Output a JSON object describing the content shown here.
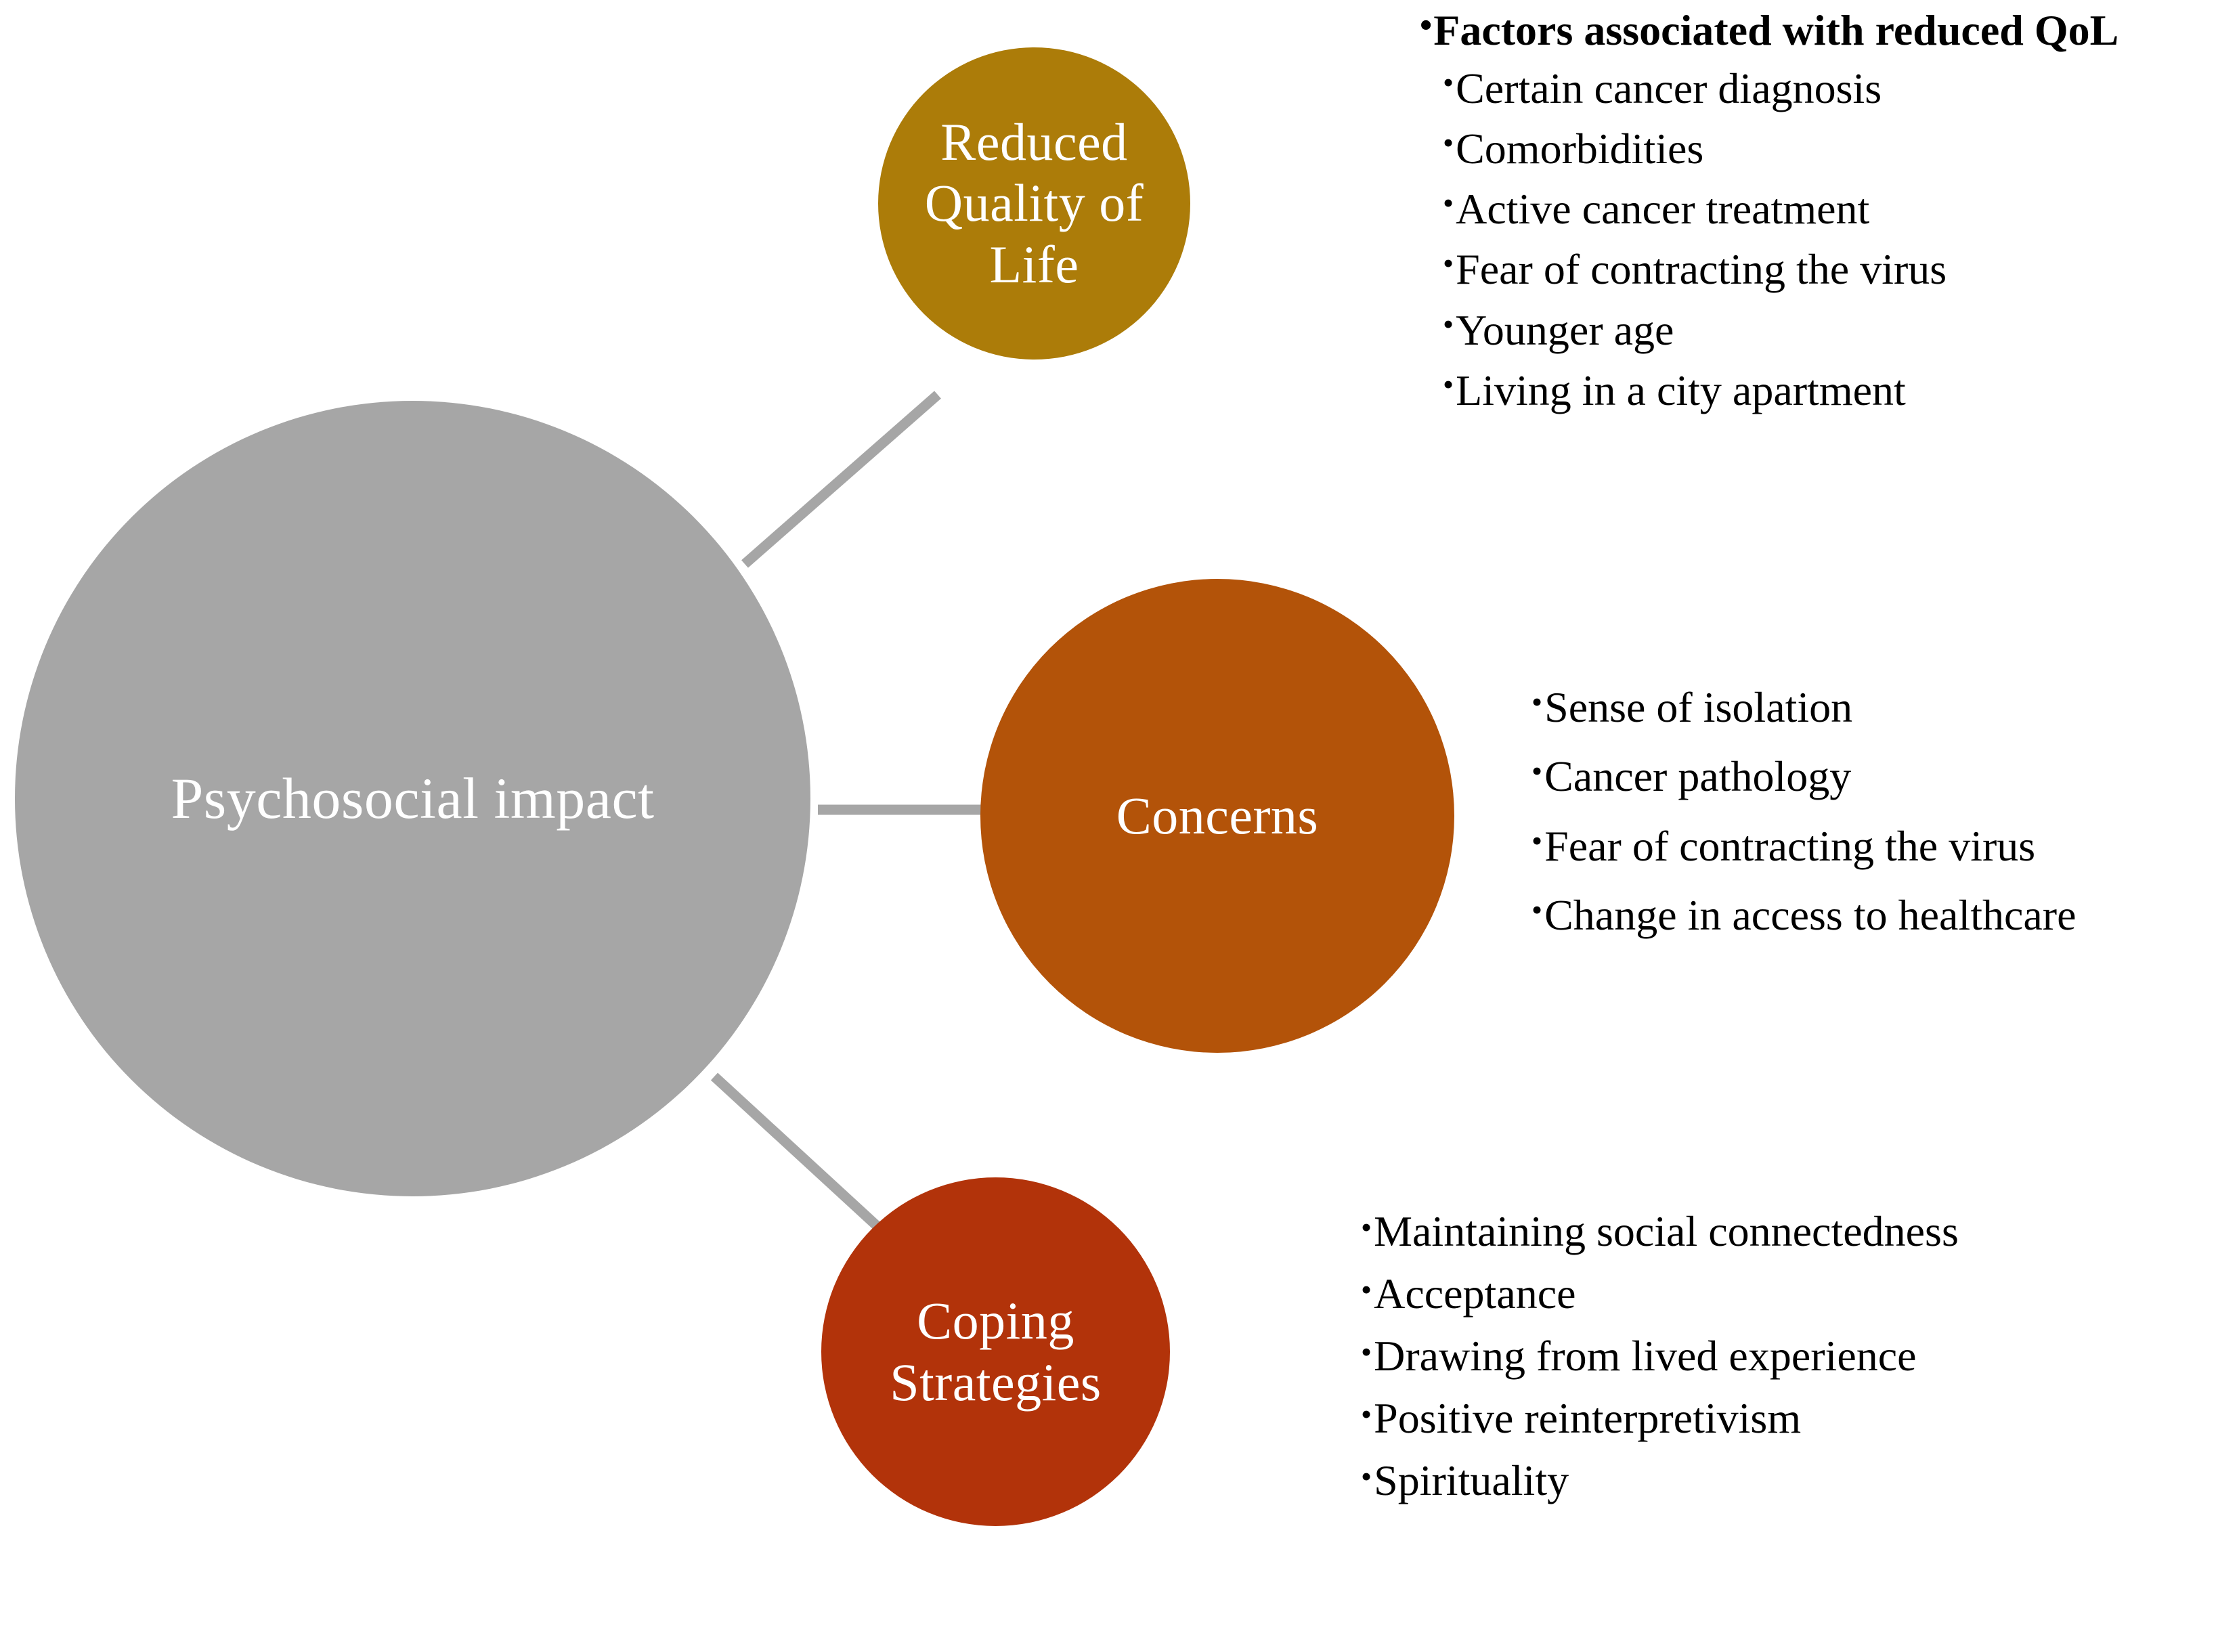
{
  "figure": {
    "type": "hub-and-spoke concept diagram",
    "colors": {
      "core": "#A6A6A6",
      "quality_of_life": "#AC7C09",
      "concerns": "#B35309",
      "coping": "#B2330A",
      "connector": "#A6A6A6",
      "node_text": "#FFFFFF",
      "list_text": "#000000",
      "background": "#FFFFFF"
    }
  },
  "core": {
    "label": "Psychosocial impact"
  },
  "branches": [
    {
      "id": "quality-of-life",
      "label": "Reduced Quality of Life",
      "color": "#AC7C09",
      "items": [
        {
          "text": "Factors associated with reduced QoL",
          "level": 1,
          "bold": true
        },
        {
          "text": "Certain cancer diagnosis",
          "level": 2,
          "bold": false
        },
        {
          "text": "Comorbidities",
          "level": 2,
          "bold": false
        },
        {
          "text": "Active cancer treatment",
          "level": 2,
          "bold": false
        },
        {
          "text": "Fear of contracting the virus",
          "level": 2,
          "bold": false
        },
        {
          "text": "Younger age",
          "level": 2,
          "bold": false
        },
        {
          "text": "Living in a city apartment",
          "level": 2,
          "bold": false
        }
      ]
    },
    {
      "id": "concerns",
      "label": "Concerns",
      "color": "#B35309",
      "items": [
        {
          "text": "Sense of isolation",
          "level": 1,
          "bold": false
        },
        {
          "text": "Cancer pathology",
          "level": 1,
          "bold": false
        },
        {
          "text": "Fear of contracting the virus",
          "level": 1,
          "bold": false
        },
        {
          "text": "Change in access to healthcare",
          "level": 1,
          "bold": false
        }
      ]
    },
    {
      "id": "coping-strategies",
      "label": "Coping Strategies",
      "color": "#B2330A",
      "items": [
        {
          "text": "Maintaining social connectedness",
          "level": 1,
          "bold": false
        },
        {
          "text": "Acceptance",
          "level": 1,
          "bold": false
        },
        {
          "text": "Drawing from lived experience",
          "level": 1,
          "bold": false
        },
        {
          "text": "Positive reinterpretivism",
          "level": 1,
          "bold": false
        },
        {
          "text": "Spirituality",
          "level": 1,
          "bold": false
        }
      ]
    }
  ],
  "bullet_glyph": "•"
}
